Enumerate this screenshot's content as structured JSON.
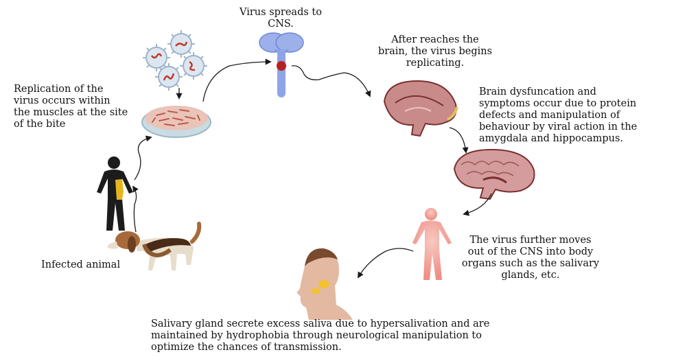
{
  "labels": {
    "virus_spreads": "Virus spreads to\nCNS.",
    "after_reaches": "After reaches the\nbrain, the virus begins\nreplicating.",
    "replication": "Replication of the\nvirus occurs within\nthe muscles at the site\nof the bite",
    "brain_dysfunction": "Brain dysfuncation and\nsymptoms occur due to protein\ndefects and manipulation of\nbehaviour by viral action in the\namygdala and hippocampus.",
    "infected_animal": "Infected animal",
    "virus_moves": "The virus further moves\nout of the CNS into body\norgans such as the salivary\nglands, etc.",
    "salivary": "Salivary gland secrete excess saliva due to hypersalivation and are\nmaintained by hydrophobia through neurological manipulation to\noptimize the chances of transmission."
  },
  "colors": {
    "arrow": "#1a1a1a",
    "virus": "#9fb3c8",
    "virus_rna": "#c0392b",
    "brain": "#c98a8a",
    "brain_dark": "#7a3030",
    "cns": "#7f98e0",
    "figure_dark": "#1c1c1c",
    "bite_site": "#e5b51d",
    "body_pink": "#f2a39b",
    "saliva": "#f2c230",
    "dish": "#d6e6ee",
    "dish_tissue": "#c87b6c"
  }
}
